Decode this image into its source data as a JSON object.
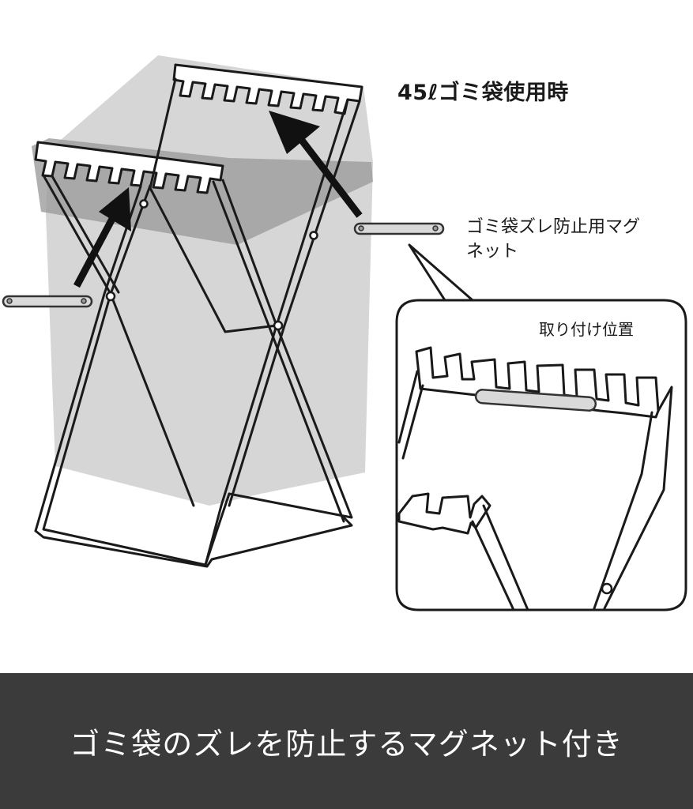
{
  "illustration": {
    "usage_label": "45ℓゴミ袋使用時",
    "magnet_label": "ゴミ袋ズレ防止用マグネット",
    "mount_position_label": "取り付け位置",
    "icons": [
      "trash-bag-stand",
      "magnet",
      "arrow",
      "zoom-callout"
    ]
  },
  "caption": {
    "text": "ゴミ袋のズレを防止するマグネット付き"
  },
  "colors": {
    "caption_background": "#3b3b3b",
    "caption_text": "#ffffff",
    "bag_fill": "#bdbdbd",
    "frame_stroke": "#1a1a1a"
  }
}
